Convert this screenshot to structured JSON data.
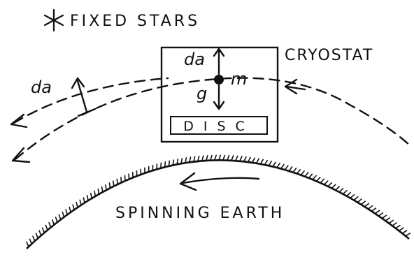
{
  "labels": {
    "fixed_stars": "FIXED STARS",
    "cryostat": "CRYOSTAT",
    "spinning_earth": "SPINNING EARTH",
    "disc": "DISC",
    "da_left": "da",
    "da_box": "da",
    "mass": "m",
    "gravity": "g"
  },
  "icons": {
    "star": "asterisk-star-icon"
  },
  "colors": {
    "ink": "#111111",
    "background": "#ffffff"
  }
}
